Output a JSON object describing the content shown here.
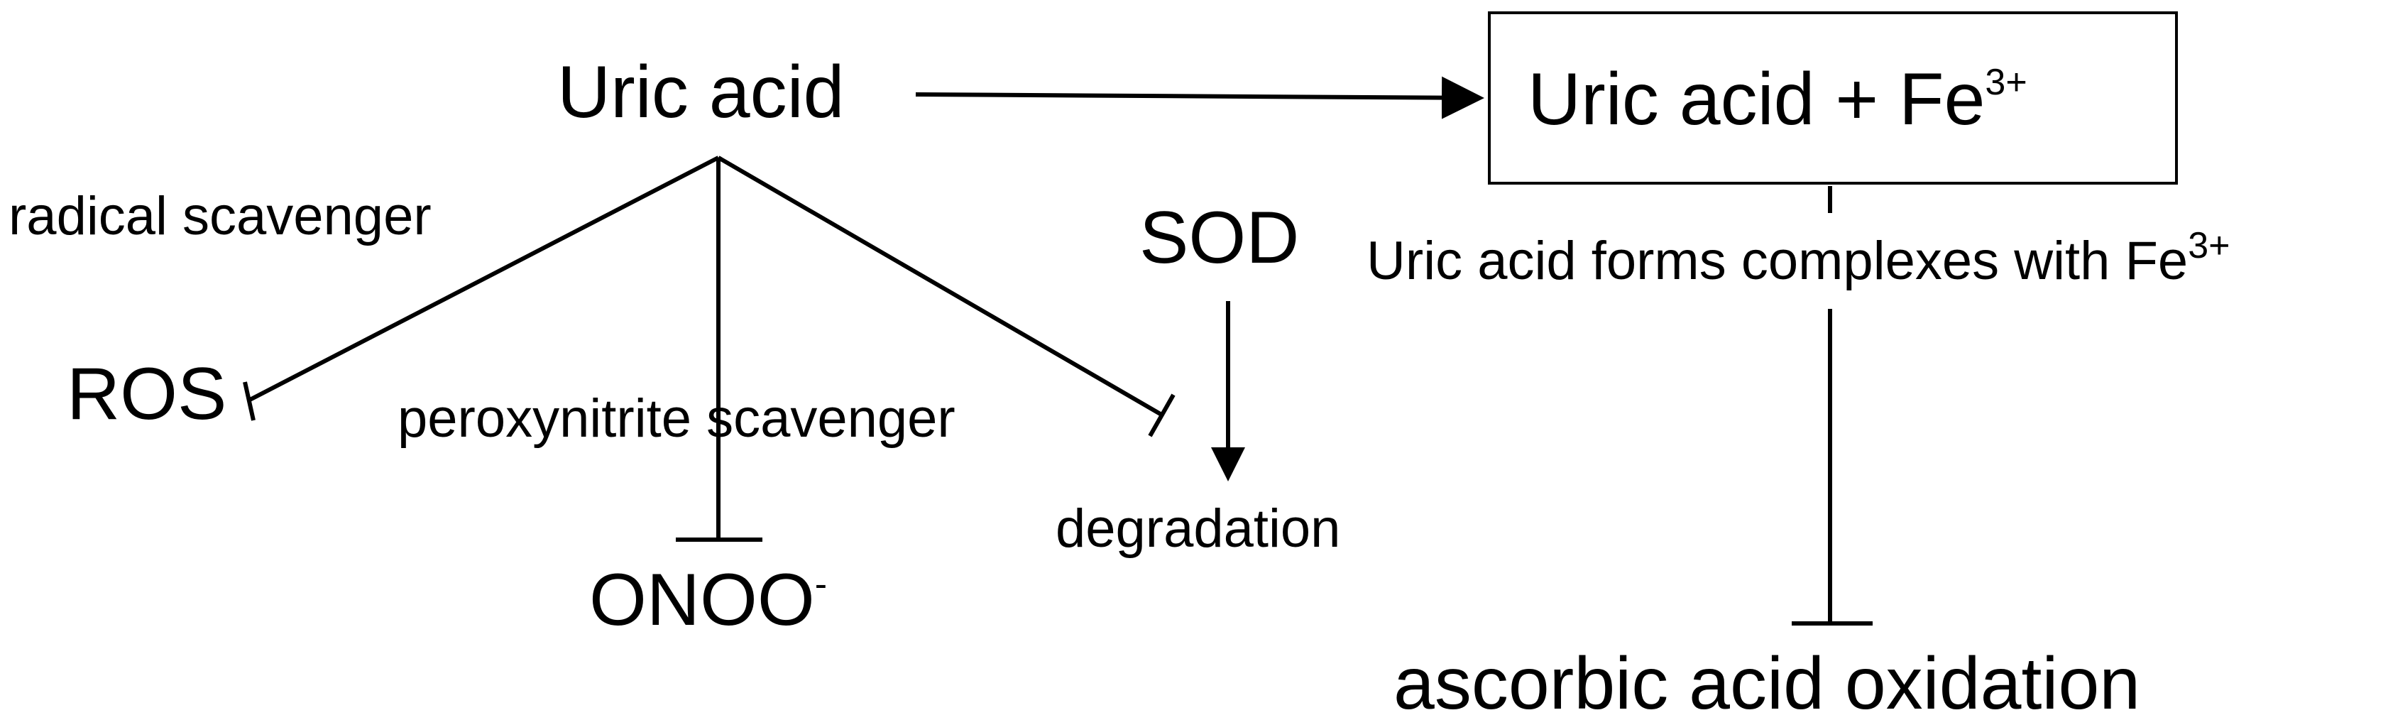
{
  "nodes": {
    "uric_acid": "Uric acid",
    "complex_box": {
      "main": "Uric acid + Fe",
      "sup": "3+"
    },
    "ros": "ROS",
    "onoo": {
      "main": "ONOO",
      "sup": "-"
    },
    "sod": "SOD",
    "degradation": "degradation",
    "ascorbic": "ascorbic acid oxidation"
  },
  "labels": {
    "radical": "radical scavenger",
    "peroxynitrite": "peroxynitrite scavenger",
    "complex_note": {
      "main": "Uric acid forms complexes with Fe",
      "sup": "3+"
    }
  },
  "edges": [
    {
      "from": "Uric acid",
      "to": "Uric acid + Fe3+",
      "type": "activation"
    },
    {
      "from": "Uric acid",
      "to": "ROS",
      "type": "inhibition"
    },
    {
      "from": "Uric acid",
      "to": "ONOO-",
      "type": "inhibition"
    },
    {
      "from": "Uric acid",
      "to": "degradation",
      "type": "inhibition"
    },
    {
      "from": "SOD",
      "to": "degradation",
      "type": "activation"
    },
    {
      "from": "Uric acid + Fe3+",
      "to": "ascorbic acid oxidation",
      "type": "inhibition"
    }
  ],
  "colors": {
    "ink": "#000000",
    "background": "#ffffff"
  }
}
